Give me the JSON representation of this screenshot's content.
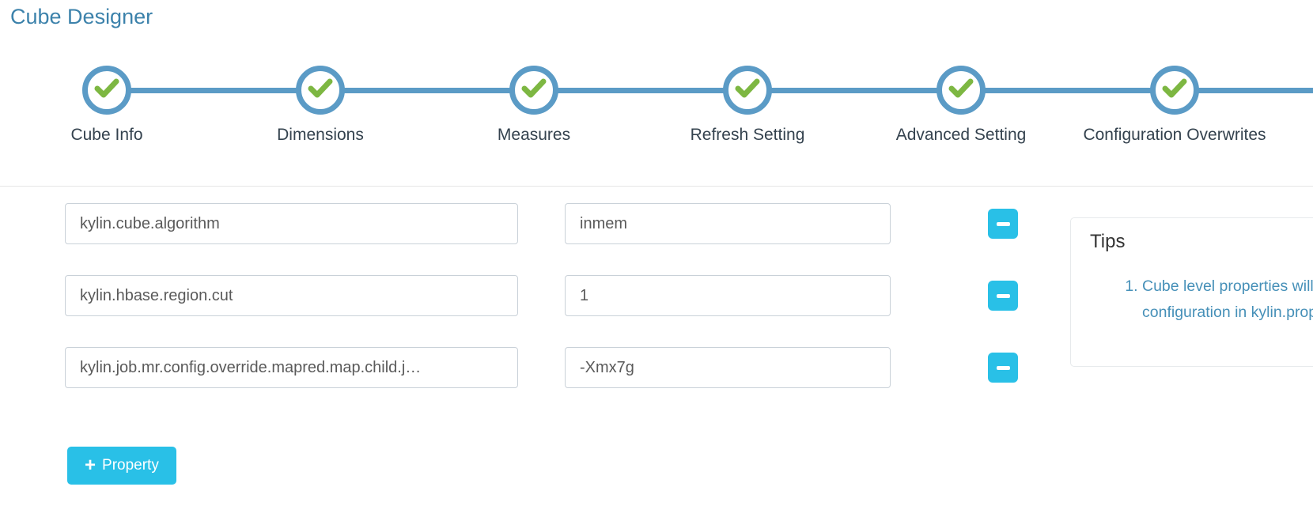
{
  "page": {
    "title": "Cube Designer"
  },
  "wizard": {
    "steps": [
      {
        "label": "Cube Info",
        "state": "complete"
      },
      {
        "label": "Dimensions",
        "state": "complete"
      },
      {
        "label": "Measures",
        "state": "complete"
      },
      {
        "label": "Refresh Setting",
        "state": "complete"
      },
      {
        "label": "Advanced Setting",
        "state": "complete"
      },
      {
        "label": "Configuration Overwrites",
        "state": "complete"
      }
    ]
  },
  "properties": {
    "rows": [
      {
        "key": "kylin.cube.algorithm",
        "value": "inmem"
      },
      {
        "key": "kylin.hbase.region.cut",
        "value": "1"
      },
      {
        "key": "kylin.job.mr.config.override.mapred.map.child.j…",
        "value": "-Xmx7g"
      }
    ],
    "add_button_label": "Property",
    "add_button_icon": "+",
    "remove_icon": "minus-icon"
  },
  "tips": {
    "heading": "Tips",
    "items": [
      {
        "text": "Cube level properties will overwrite configuration in kylin.properties"
      }
    ]
  },
  "colors": {
    "accent_cyan": "#29c0e7",
    "step_blue": "#5b9bc6",
    "check_green": "#7db742",
    "title_blue": "#3c82ab",
    "tip_link_blue": "#4690b8"
  }
}
